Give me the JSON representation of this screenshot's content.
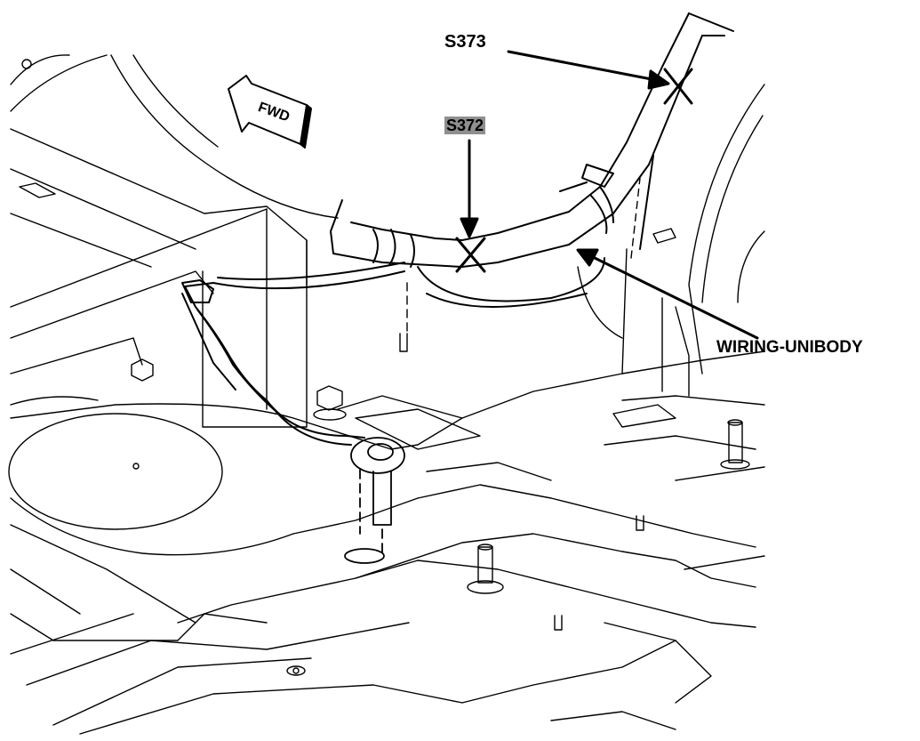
{
  "labels": {
    "s373": "S373",
    "s372": "S372",
    "wiring": "WIRING-UNIBODY",
    "fwd": "FWD"
  },
  "colors": {
    "line": "#000000",
    "background": "#ffffff",
    "highlight": "#8f8f8f"
  }
}
